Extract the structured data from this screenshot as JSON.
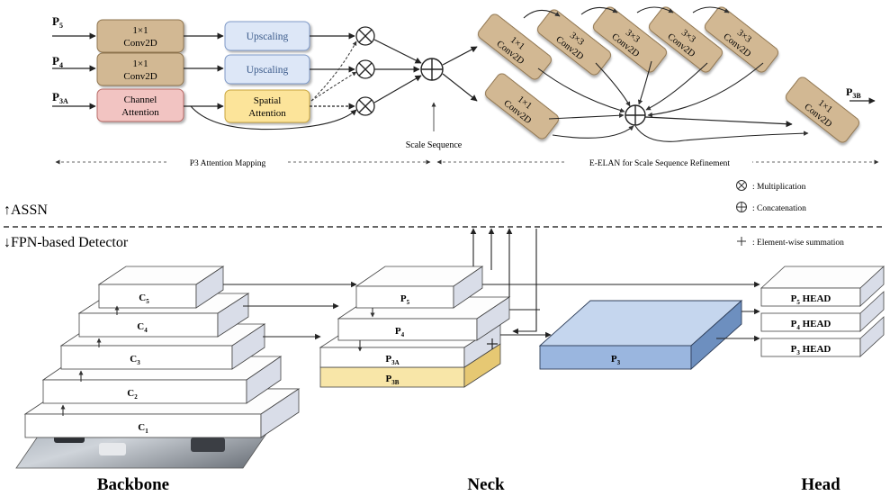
{
  "assn": {
    "inputs": {
      "p5": {
        "main": "P",
        "sub": "5"
      },
      "p4": {
        "main": "P",
        "sub": "4"
      },
      "p3a": {
        "main": "P",
        "sub": "3A"
      }
    },
    "conv_p5": {
      "line1": "1×1",
      "line2": "Conv2D"
    },
    "conv_p4": {
      "line1": "1×1",
      "line2": "Conv2D"
    },
    "channel_attention": {
      "line1": "Channel",
      "line2": "Attention"
    },
    "upscaling_1": "Upscaling",
    "upscaling_2": "Upscaling",
    "spatial_attention": {
      "line1": "Spatial",
      "line2": "Attention"
    },
    "scale_sequence": "Scale Sequence",
    "elan_blocks": [
      {
        "line1": "1×1",
        "line2": "Conv2D"
      },
      {
        "line1": "3×3",
        "line2": "Conv2D"
      },
      {
        "line1": "3×3",
        "line2": "Conv2D"
      },
      {
        "line1": "3×3",
        "line2": "Conv2D"
      },
      {
        "line1": "3×3",
        "line2": "Conv2D"
      }
    ],
    "elan_lower": {
      "line1": "1×1",
      "line2": "Conv2D"
    },
    "elan_output": {
      "line1": "1×1",
      "line2": "Conv2D"
    },
    "output": {
      "main": "P",
      "sub": "3B"
    },
    "section_left": "P3 Attention Mapping",
    "section_right": "E-ELAN for Scale Sequence Refinement"
  },
  "legend": {
    "multiplication": ": Multiplication",
    "concatenation": ": Concatenation",
    "summation": ": Element-wise summation"
  },
  "divider": {
    "upper": "↑ASSN",
    "lower": "↓FPN-based Detector"
  },
  "backbone": {
    "levels": [
      {
        "main": "C",
        "sub": "5"
      },
      {
        "main": "C",
        "sub": "4"
      },
      {
        "main": "C",
        "sub": "3"
      },
      {
        "main": "C",
        "sub": "2"
      },
      {
        "main": "C",
        "sub": "1"
      }
    ],
    "label": "Backbone"
  },
  "neck": {
    "levels": [
      {
        "main": "P",
        "sub": "5"
      },
      {
        "main": "P",
        "sub": "4"
      },
      {
        "main": "P",
        "sub": "3A"
      },
      {
        "main": "P",
        "sub": "3B"
      }
    ],
    "p3": {
      "main": "P",
      "sub": "3"
    },
    "label": "Neck"
  },
  "head": {
    "levels": [
      {
        "main": "P",
        "sub": "5",
        "suffix": " HEAD"
      },
      {
        "main": "P",
        "sub": "4",
        "suffix": " HEAD"
      },
      {
        "main": "P",
        "sub": "3",
        "suffix": " HEAD"
      }
    ],
    "label": "Head"
  },
  "colors": {
    "conv": "#d2b893",
    "conv_stroke": "#8f7550",
    "channel_attention": "#f2c4c2",
    "channel_stroke": "#b86a66",
    "upscaling": "#dde7f7",
    "upscaling_stroke": "#7e99c7",
    "spatial_attention": "#fce49a",
    "spatial_stroke": "#c9a53c",
    "p3_block": "#9ab6df",
    "p3b_layer": "#f8e6a8"
  }
}
